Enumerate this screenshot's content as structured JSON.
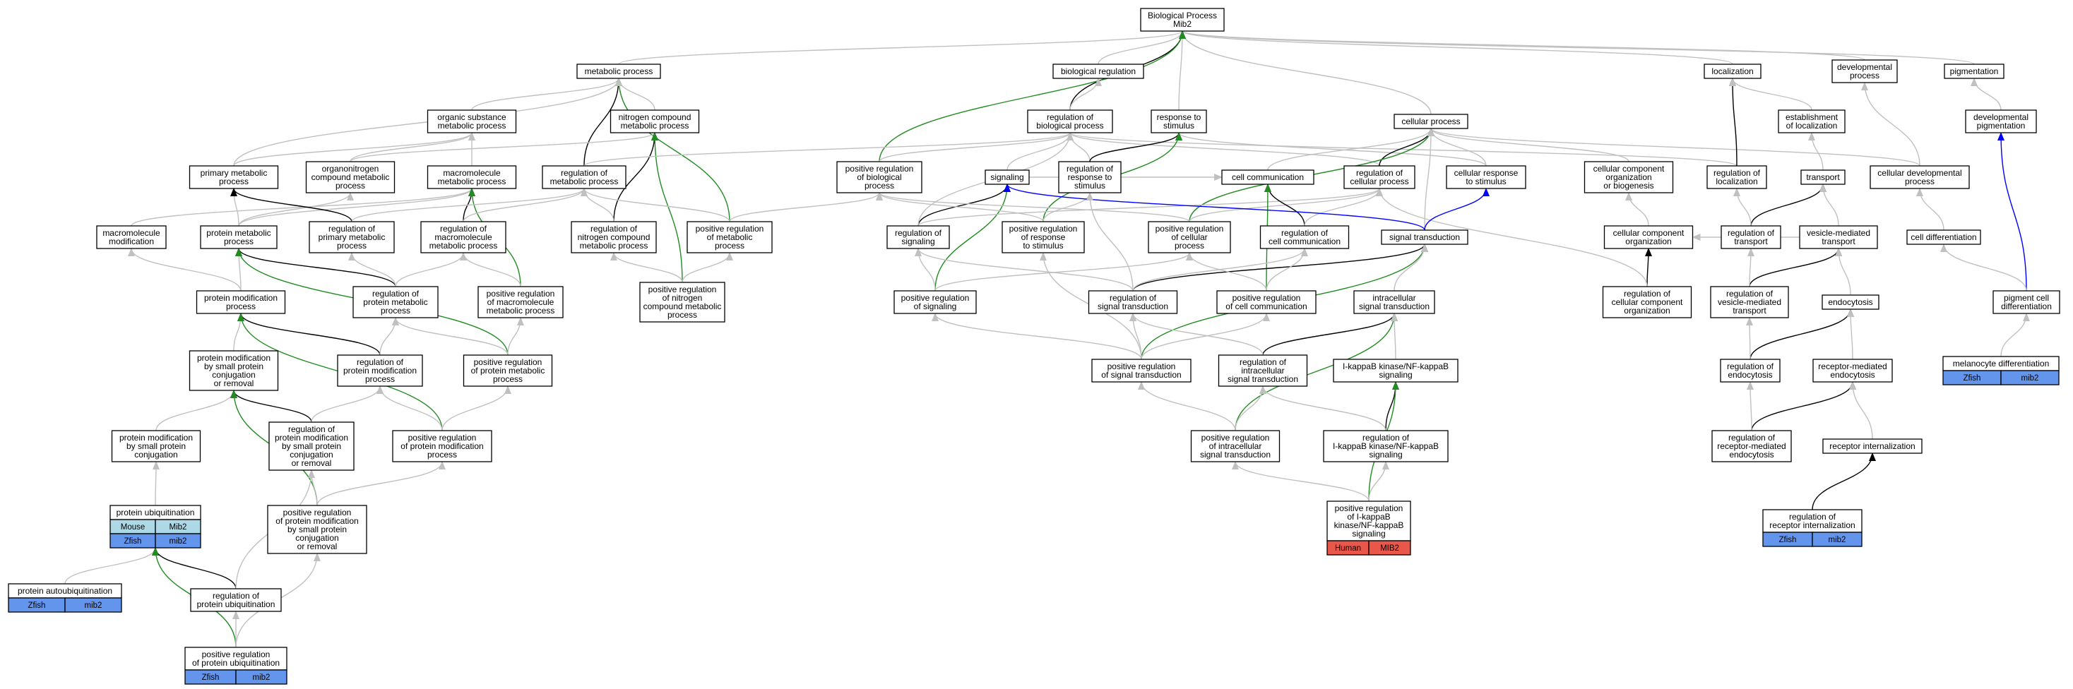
{
  "colors": {
    "is_a": "#c0c0c0",
    "regulates": "#000000",
    "positively_regulates": "#228b22",
    "part_of": "#0000ff",
    "zfish": "#6495ed",
    "mouse": "#add8e6",
    "human": "#e8574a"
  },
  "nodes": [
    {
      "id": "root",
      "lines": [
        "Biological Process",
        "Mib2"
      ]
    },
    {
      "id": "metabolic",
      "lines": [
        "metabolic process"
      ]
    },
    {
      "id": "bioreg",
      "lines": [
        "biological regulation"
      ]
    },
    {
      "id": "localization",
      "lines": [
        "localization"
      ]
    },
    {
      "id": "devproc",
      "lines": [
        "developmental",
        "process"
      ]
    },
    {
      "id": "pigmentation",
      "lines": [
        "pigmentation"
      ]
    },
    {
      "id": "orgsub",
      "lines": [
        "organic substance",
        "metabolic process"
      ]
    },
    {
      "id": "nitro",
      "lines": [
        "nitrogen compound",
        "metabolic process"
      ]
    },
    {
      "id": "regbio",
      "lines": [
        "regulation of",
        "biological process"
      ]
    },
    {
      "id": "resp",
      "lines": [
        "response to",
        "stimulus"
      ]
    },
    {
      "id": "cellproc",
      "lines": [
        "cellular process"
      ]
    },
    {
      "id": "estloc",
      "lines": [
        "establishment",
        "of localization"
      ]
    },
    {
      "id": "devpig",
      "lines": [
        "developmental",
        "pigmentation"
      ]
    },
    {
      "id": "primary",
      "lines": [
        "primary metabolic",
        "process"
      ]
    },
    {
      "id": "orgnitro",
      "lines": [
        "organonitrogen",
        "compound metabolic",
        "process"
      ]
    },
    {
      "id": "macromet",
      "lines": [
        "macromolecule",
        "metabolic process"
      ]
    },
    {
      "id": "regmet",
      "lines": [
        "regulation of",
        "metabolic process"
      ]
    },
    {
      "id": "posregbio",
      "lines": [
        "positive regulation",
        "of biological",
        "process"
      ]
    },
    {
      "id": "signaling",
      "lines": [
        "signaling"
      ]
    },
    {
      "id": "regresp",
      "lines": [
        "regulation of",
        "response to",
        "stimulus"
      ]
    },
    {
      "id": "cellcomm",
      "lines": [
        "cell communication"
      ]
    },
    {
      "id": "regcell",
      "lines": [
        "regulation of",
        "cellular process"
      ]
    },
    {
      "id": "cellresp",
      "lines": [
        "cellular response",
        "to stimulus"
      ]
    },
    {
      "id": "ccorg",
      "lines": [
        "cellular component",
        "organization",
        "or biogenesis"
      ]
    },
    {
      "id": "regloc",
      "lines": [
        "regulation of",
        "localization"
      ]
    },
    {
      "id": "transport",
      "lines": [
        "transport"
      ]
    },
    {
      "id": "celldev",
      "lines": [
        "cellular developmental",
        "process"
      ]
    },
    {
      "id": "macromod",
      "lines": [
        "macromolecule",
        "modification"
      ]
    },
    {
      "id": "protmet",
      "lines": [
        "protein metabolic",
        "process"
      ]
    },
    {
      "id": "regprimet",
      "lines": [
        "regulation of",
        "primary metabolic",
        "process"
      ]
    },
    {
      "id": "regmacromet",
      "lines": [
        "regulation of",
        "macromolecule",
        "metabolic process"
      ]
    },
    {
      "id": "regnitro",
      "lines": [
        "regulation of",
        "nitrogen compound",
        "metabolic process"
      ]
    },
    {
      "id": "posregmet",
      "lines": [
        "positive regulation",
        "of metabolic",
        "process"
      ]
    },
    {
      "id": "regsig",
      "lines": [
        "regulation of",
        "signaling"
      ]
    },
    {
      "id": "posregresp",
      "lines": [
        "positive regulation",
        "of response",
        "to stimulus"
      ]
    },
    {
      "id": "posregcell",
      "lines": [
        "positive regulation",
        "of cellular",
        "process"
      ]
    },
    {
      "id": "regcellcomm",
      "lines": [
        "regulation of",
        "cell communication"
      ]
    },
    {
      "id": "sigtrans",
      "lines": [
        "signal transduction"
      ]
    },
    {
      "id": "ccorg2",
      "lines": [
        "cellular component",
        "organization"
      ]
    },
    {
      "id": "regtrans",
      "lines": [
        "regulation of",
        "transport"
      ]
    },
    {
      "id": "vesicle",
      "lines": [
        "vesicle-mediated",
        "transport"
      ]
    },
    {
      "id": "celldiff",
      "lines": [
        "cell differentiation"
      ]
    },
    {
      "id": "protmod",
      "lines": [
        "protein modification",
        "process"
      ]
    },
    {
      "id": "regprotmet",
      "lines": [
        "regulation of",
        "protein metabolic",
        "process"
      ]
    },
    {
      "id": "posregmacro",
      "lines": [
        "positive regulation",
        "of macromolecule",
        "metabolic process"
      ]
    },
    {
      "id": "posregnitro",
      "lines": [
        "positive regulation",
        "of nitrogen",
        "compound metabolic",
        "process"
      ]
    },
    {
      "id": "posregsig",
      "lines": [
        "positive regulation",
        "of signaling"
      ]
    },
    {
      "id": "regsigtrans",
      "lines": [
        "regulation of",
        "signal transduction"
      ]
    },
    {
      "id": "posregcellcomm",
      "lines": [
        "positive regulation",
        "of cell communication"
      ]
    },
    {
      "id": "intrasig",
      "lines": [
        "intracellular",
        "signal transduction"
      ]
    },
    {
      "id": "regccorg",
      "lines": [
        "regulation of",
        "cellular component",
        "organization"
      ]
    },
    {
      "id": "regvesicle",
      "lines": [
        "regulation of",
        "vesicle-mediated",
        "transport"
      ]
    },
    {
      "id": "endocytosis",
      "lines": [
        "endocytosis"
      ]
    },
    {
      "id": "pigcelldiff",
      "lines": [
        "pigment cell",
        "differentiation"
      ]
    },
    {
      "id": "protmodsmall",
      "lines": [
        "protein modification",
        "by small protein",
        "conjugation",
        "or removal"
      ]
    },
    {
      "id": "regprotmod",
      "lines": [
        "regulation of",
        "protein modification",
        "process"
      ]
    },
    {
      "id": "posregprotmet",
      "lines": [
        "positive regulation",
        "of protein metabolic",
        "process"
      ]
    },
    {
      "id": "posregsigtrans",
      "lines": [
        "positive regulation",
        "of signal transduction"
      ]
    },
    {
      "id": "regintrasig",
      "lines": [
        "regulation of",
        "intracellular",
        "signal transduction"
      ]
    },
    {
      "id": "ikappab",
      "lines": [
        "I-kappaB kinase/NF-kappaB",
        "signaling"
      ]
    },
    {
      "id": "regendo",
      "lines": [
        "regulation of",
        "endocytosis"
      ]
    },
    {
      "id": "recendo",
      "lines": [
        "receptor-mediated",
        "endocytosis"
      ]
    },
    {
      "id": "melano",
      "lines": [
        "melanocyte differentiation"
      ],
      "tags": [
        [
          "Zfish",
          "mib2"
        ]
      ]
    },
    {
      "id": "protmodconj",
      "lines": [
        "protein modification",
        "by small protein",
        "conjugation"
      ]
    },
    {
      "id": "regprotmodsmall",
      "lines": [
        "regulation of",
        "protein modification",
        "by small protein",
        "conjugation",
        "or removal"
      ]
    },
    {
      "id": "posregprotmod",
      "lines": [
        "positive regulation",
        "of protein modification",
        "process"
      ]
    },
    {
      "id": "posregintrasig",
      "lines": [
        "positive regulation",
        "of intracellular",
        "signal transduction"
      ]
    },
    {
      "id": "regikappab",
      "lines": [
        "regulation of",
        "I-kappaB kinase/NF-kappaB",
        "signaling"
      ]
    },
    {
      "id": "regrecendo",
      "lines": [
        "regulation of",
        "receptor-mediated",
        "endocytosis"
      ]
    },
    {
      "id": "recint",
      "lines": [
        "receptor internalization"
      ]
    },
    {
      "id": "protubiq",
      "lines": [
        "protein ubiquitination"
      ],
      "tags": [
        [
          "Mouse",
          "Mib2"
        ],
        [
          "Zfish",
          "mib2"
        ]
      ]
    },
    {
      "id": "posregprotmodsmall",
      "lines": [
        "positive regulation",
        "of protein modification",
        "by small protein",
        "conjugation",
        "or removal"
      ]
    },
    {
      "id": "posregikappab",
      "lines": [
        "positive regulation",
        "of I-kappaB",
        "kinase/NF-kappaB",
        "signaling"
      ],
      "tags": [
        [
          "Human",
          "MIB2"
        ]
      ]
    },
    {
      "id": "regrecint",
      "lines": [
        "regulation of",
        "receptor internalization"
      ],
      "tags": [
        [
          "Zfish",
          "mib2"
        ]
      ]
    },
    {
      "id": "protautoubiq",
      "lines": [
        "protein autoubiquitination"
      ],
      "tags": [
        [
          "Zfish",
          "mib2"
        ]
      ]
    },
    {
      "id": "regprotubiq",
      "lines": [
        "regulation of",
        "protein ubiquitination"
      ]
    },
    {
      "id": "posregprotubiq",
      "lines": [
        "positive regulation",
        "of protein ubiquitination"
      ],
      "tags": [
        [
          "Zfish",
          "mib2"
        ]
      ]
    }
  ],
  "edges": [
    [
      "metabolic",
      "root",
      "is_a"
    ],
    [
      "bioreg",
      "root",
      "is_a"
    ],
    [
      "localization",
      "root",
      "is_a"
    ],
    [
      "devproc",
      "root",
      "is_a"
    ],
    [
      "pigmentation",
      "root",
      "is_a"
    ],
    [
      "resp",
      "root",
      "is_a"
    ],
    [
      "cellproc",
      "root",
      "is_a"
    ],
    [
      "regbio",
      "root",
      "regulates"
    ],
    [
      "posregbio",
      "root",
      "positively_regulates"
    ],
    [
      "regbio",
      "bioreg",
      "is_a"
    ],
    [
      "orgsub",
      "metabolic",
      "is_a"
    ],
    [
      "nitro",
      "metabolic",
      "is_a"
    ],
    [
      "regmet",
      "metabolic",
      "regulates"
    ],
    [
      "posregmet",
      "metabolic",
      "positively_regulates"
    ],
    [
      "primary",
      "metabolic",
      "is_a"
    ],
    [
      "macromet",
      "orgsub",
      "is_a"
    ],
    [
      "orgnitro",
      "orgsub",
      "is_a"
    ],
    [
      "primary",
      "orgsub",
      "is_a"
    ],
    [
      "orgnitro",
      "nitro",
      "is_a"
    ],
    [
      "regnitro",
      "nitro",
      "regulates"
    ],
    [
      "posregnitro",
      "nitro",
      "positively_regulates"
    ],
    [
      "regmet",
      "regbio",
      "is_a"
    ],
    [
      "posregbio",
      "regbio",
      "is_a"
    ],
    [
      "regresp",
      "regbio",
      "is_a"
    ],
    [
      "regcell",
      "regbio",
      "is_a"
    ],
    [
      "regloc",
      "regbio",
      "is_a"
    ],
    [
      "signaling",
      "regbio",
      "is_a"
    ],
    [
      "cellresp",
      "resp",
      "is_a"
    ],
    [
      "regresp",
      "resp",
      "regulates"
    ],
    [
      "posregresp",
      "resp",
      "positively_regulates"
    ],
    [
      "cellcomm",
      "cellproc",
      "is_a"
    ],
    [
      "regcell",
      "cellproc",
      "regulates"
    ],
    [
      "cellresp",
      "cellproc",
      "is_a"
    ],
    [
      "ccorg",
      "cellproc",
      "is_a"
    ],
    [
      "celldev",
      "cellproc",
      "is_a"
    ],
    [
      "posregcell",
      "cellproc",
      "positively_regulates"
    ],
    [
      "sigtrans",
      "cellproc",
      "is_a"
    ],
    [
      "regloc",
      "localization",
      "regulates"
    ],
    [
      "estloc",
      "localization",
      "is_a"
    ],
    [
      "transport",
      "estloc",
      "is_a"
    ],
    [
      "celldev",
      "devproc",
      "is_a"
    ],
    [
      "devpig",
      "pigmentation",
      "is_a"
    ],
    [
      "pigcelldiff",
      "devpig",
      "part_of"
    ],
    [
      "celldiff",
      "celldev",
      "is_a"
    ],
    [
      "pigcelldiff",
      "celldiff",
      "is_a"
    ],
    [
      "melano",
      "pigcelldiff",
      "is_a"
    ],
    [
      "regtrans",
      "transport",
      "regulates"
    ],
    [
      "vesicle",
      "transport",
      "is_a"
    ],
    [
      "regvesicle",
      "vesicle",
      "regulates"
    ],
    [
      "endocytosis",
      "vesicle",
      "is_a"
    ],
    [
      "regendo",
      "endocytosis",
      "regulates"
    ],
    [
      "recendo",
      "endocytosis",
      "is_a"
    ],
    [
      "regrecendo",
      "recendo",
      "regulates"
    ],
    [
      "recint",
      "recendo",
      "is_a"
    ],
    [
      "regrecint",
      "recint",
      "regulates"
    ],
    [
      "regrecendo",
      "regendo",
      "is_a"
    ],
    [
      "regendo",
      "regvesicle",
      "is_a"
    ],
    [
      "regvesicle",
      "regtrans",
      "is_a"
    ],
    [
      "regtrans",
      "regloc",
      "is_a"
    ],
    [
      "ccorg2",
      "ccorg",
      "is_a"
    ],
    [
      "regccorg",
      "ccorg2",
      "regulates"
    ],
    [
      "regccorg",
      "regcell",
      "is_a"
    ],
    [
      "vesicle",
      "ccorg2",
      "is_a"
    ],
    [
      "macromod",
      "macromet",
      "is_a"
    ],
    [
      "protmet",
      "primary",
      "is_a"
    ],
    [
      "protmet",
      "macromet",
      "is_a"
    ],
    [
      "protmet",
      "orgnitro",
      "is_a"
    ],
    [
      "regprimet",
      "primary",
      "regulates"
    ],
    [
      "regmacromet",
      "macromet",
      "regulates"
    ],
    [
      "posregmacro",
      "macromet",
      "positively_regulates"
    ],
    [
      "regprimet",
      "regmet",
      "is_a"
    ],
    [
      "regmacromet",
      "regmet",
      "is_a"
    ],
    [
      "regnitro",
      "regmet",
      "is_a"
    ],
    [
      "posregmet",
      "regmet",
      "is_a"
    ],
    [
      "posregmet",
      "posregbio",
      "is_a"
    ],
    [
      "protmod",
      "macromod",
      "is_a"
    ],
    [
      "protmod",
      "protmet",
      "is_a"
    ],
    [
      "regprotmet",
      "protmet",
      "regulates"
    ],
    [
      "posregprotmet",
      "protmet",
      "positively_regulates"
    ],
    [
      "regprotmet",
      "regprimet",
      "is_a"
    ],
    [
      "regprotmet",
      "regmacromet",
      "is_a"
    ],
    [
      "posregmacro",
      "regmacromet",
      "is_a"
    ],
    [
      "posregnitro",
      "regnitro",
      "is_a"
    ],
    [
      "posregnitro",
      "posregmet",
      "is_a"
    ],
    [
      "posregprotmet",
      "posregmacro",
      "is_a"
    ],
    [
      "posregprotmet",
      "regprotmet",
      "is_a"
    ],
    [
      "protmodsmall",
      "protmod",
      "is_a"
    ],
    [
      "regprotmod",
      "protmod",
      "regulates"
    ],
    [
      "posregprotmod",
      "protmod",
      "positively_regulates"
    ],
    [
      "regprotmod",
      "regprotmet",
      "is_a"
    ],
    [
      "posregprotmod",
      "posregprotmet",
      "is_a"
    ],
    [
      "posregprotmod",
      "regprotmod",
      "is_a"
    ],
    [
      "protmodconj",
      "protmodsmall",
      "is_a"
    ],
    [
      "regprotmodsmall",
      "protmodsmall",
      "regulates"
    ],
    [
      "posregprotmodsmall",
      "protmodsmall",
      "positively_regulates"
    ],
    [
      "regprotmodsmall",
      "regprotmod",
      "is_a"
    ],
    [
      "posregprotmodsmall",
      "regprotmodsmall",
      "is_a"
    ],
    [
      "posregprotmodsmall",
      "posregprotmod",
      "is_a"
    ],
    [
      "protubiq",
      "protmodconj",
      "is_a"
    ],
    [
      "protautoubiq",
      "protubiq",
      "is_a"
    ],
    [
      "regprotubiq",
      "protubiq",
      "regulates"
    ],
    [
      "posregprotubiq",
      "protubiq",
      "positively_regulates"
    ],
    [
      "regprotubiq",
      "regprotmodsmall",
      "is_a"
    ],
    [
      "posregprotubiq",
      "regprotubiq",
      "is_a"
    ],
    [
      "posregprotubiq",
      "posregprotmodsmall",
      "is_a"
    ],
    [
      "regsig",
      "signaling",
      "regulates"
    ],
    [
      "posregsig",
      "signaling",
      "positively_regulates"
    ],
    [
      "signaling",
      "cellcomm",
      "is_a"
    ],
    [
      "regsig",
      "regcell",
      "is_a"
    ],
    [
      "regsig",
      "regbio",
      "is_a"
    ],
    [
      "posregresp",
      "regresp",
      "is_a"
    ],
    [
      "posregresp",
      "posregbio",
      "is_a"
    ],
    [
      "posregcell",
      "regcell",
      "is_a"
    ],
    [
      "posregcell",
      "posregbio",
      "is_a"
    ],
    [
      "regcellcomm",
      "cellcomm",
      "regulates"
    ],
    [
      "regcellcomm",
      "regcell",
      "is_a"
    ],
    [
      "posregcellcomm",
      "cellcomm",
      "positively_regulates"
    ],
    [
      "sigtrans",
      "signaling",
      "part_of"
    ],
    [
      "sigtrans",
      "cellresp",
      "part_of"
    ],
    [
      "posregsig",
      "regsig",
      "is_a"
    ],
    [
      "posregsig",
      "posregcell",
      "is_a"
    ],
    [
      "regsigtrans",
      "sigtrans",
      "regulates"
    ],
    [
      "regsigtrans",
      "regsig",
      "is_a"
    ],
    [
      "regsigtrans",
      "regresp",
      "is_a"
    ],
    [
      "regsigtrans",
      "regcellcomm",
      "is_a"
    ],
    [
      "posregcellcomm",
      "regcellcomm",
      "is_a"
    ],
    [
      "posregcellcomm",
      "posregcell",
      "is_a"
    ],
    [
      "posregsigtrans",
      "sigtrans",
      "positively_regulates"
    ],
    [
      "posregsigtrans",
      "regsigtrans",
      "is_a"
    ],
    [
      "posregsigtrans",
      "posregsig",
      "is_a"
    ],
    [
      "posregsigtrans",
      "posregresp",
      "is_a"
    ],
    [
      "posregsigtrans",
      "posregcellcomm",
      "is_a"
    ],
    [
      "intrasig",
      "sigtrans",
      "is_a"
    ],
    [
      "regintrasig",
      "intrasig",
      "regulates"
    ],
    [
      "regintrasig",
      "regsigtrans",
      "is_a"
    ],
    [
      "posregintrasig",
      "intrasig",
      "positively_regulates"
    ],
    [
      "posregintrasig",
      "regintrasig",
      "is_a"
    ],
    [
      "posregintrasig",
      "posregsigtrans",
      "is_a"
    ],
    [
      "ikappab",
      "intrasig",
      "is_a"
    ],
    [
      "regikappab",
      "ikappab",
      "regulates"
    ],
    [
      "regikappab",
      "regintrasig",
      "is_a"
    ],
    [
      "posregikappab",
      "ikappab",
      "positively_regulates"
    ],
    [
      "posregikappab",
      "regikappab",
      "is_a"
    ],
    [
      "posregikappab",
      "posregintrasig",
      "is_a"
    ]
  ]
}
